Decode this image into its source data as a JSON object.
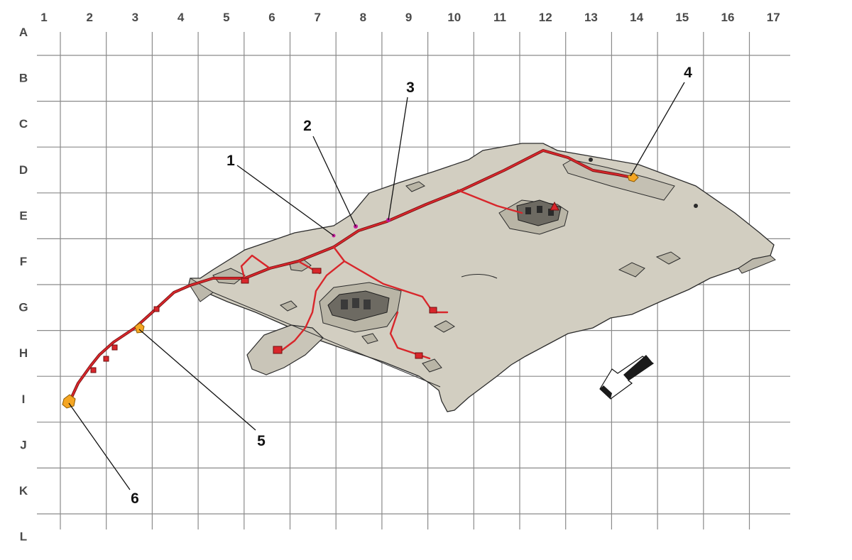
{
  "grid": {
    "columns": [
      "1",
      "2",
      "3",
      "4",
      "5",
      "6",
      "7",
      "8",
      "9",
      "10",
      "11",
      "12",
      "13",
      "14",
      "15",
      "16",
      "17"
    ],
    "rows": [
      "A",
      "B",
      "C",
      "D",
      "E",
      "F",
      "G",
      "H",
      "I",
      "J",
      "K",
      "L"
    ]
  },
  "callouts": [
    {
      "id": "1",
      "label": "1"
    },
    {
      "id": "2",
      "label": "2"
    },
    {
      "id": "3",
      "label": "3"
    },
    {
      "id": "4",
      "label": "4"
    },
    {
      "id": "5",
      "label": "5"
    },
    {
      "id": "6",
      "label": "6"
    }
  ],
  "colors": {
    "grid": "#8a8a8a",
    "headliner": "#d2cec1",
    "harness": "#d8262b",
    "connector_orange": "#f5a623",
    "connector_magenta": "#c2189a",
    "arrow": "#ffffff"
  }
}
